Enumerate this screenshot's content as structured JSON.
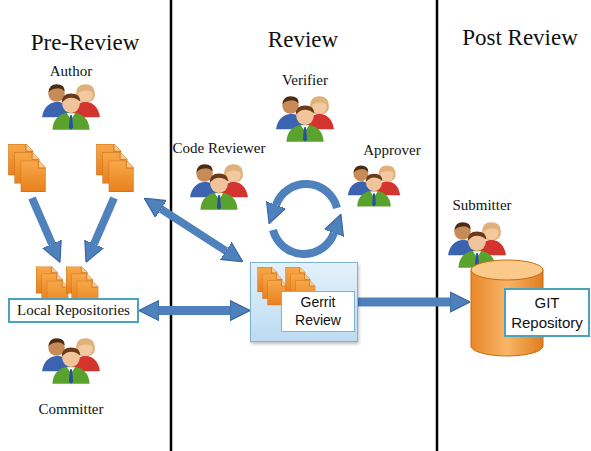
{
  "diagram": {
    "nodes": [
      {
        "text": [
          "Local Repositories"
        ]
      },
      {
        "text": [
          "Gerrit Review"
        ]
      },
      {
        "text": [
          "GIT Repository"
        ]
      }
    ],
    "edges": [
      {
        "from": 0,
        "to": 1,
        "arrow": "both"
      },
      {
        "from": 1,
        "to": 2,
        "arrow": "to"
      }
    ],
    "labels": [
      "Pre-Review",
      "Review",
      "Post Review",
      "Author",
      "Committer",
      "Code Reviewer",
      "Verifier",
      "Approver",
      "Submitter"
    ]
  }
}
